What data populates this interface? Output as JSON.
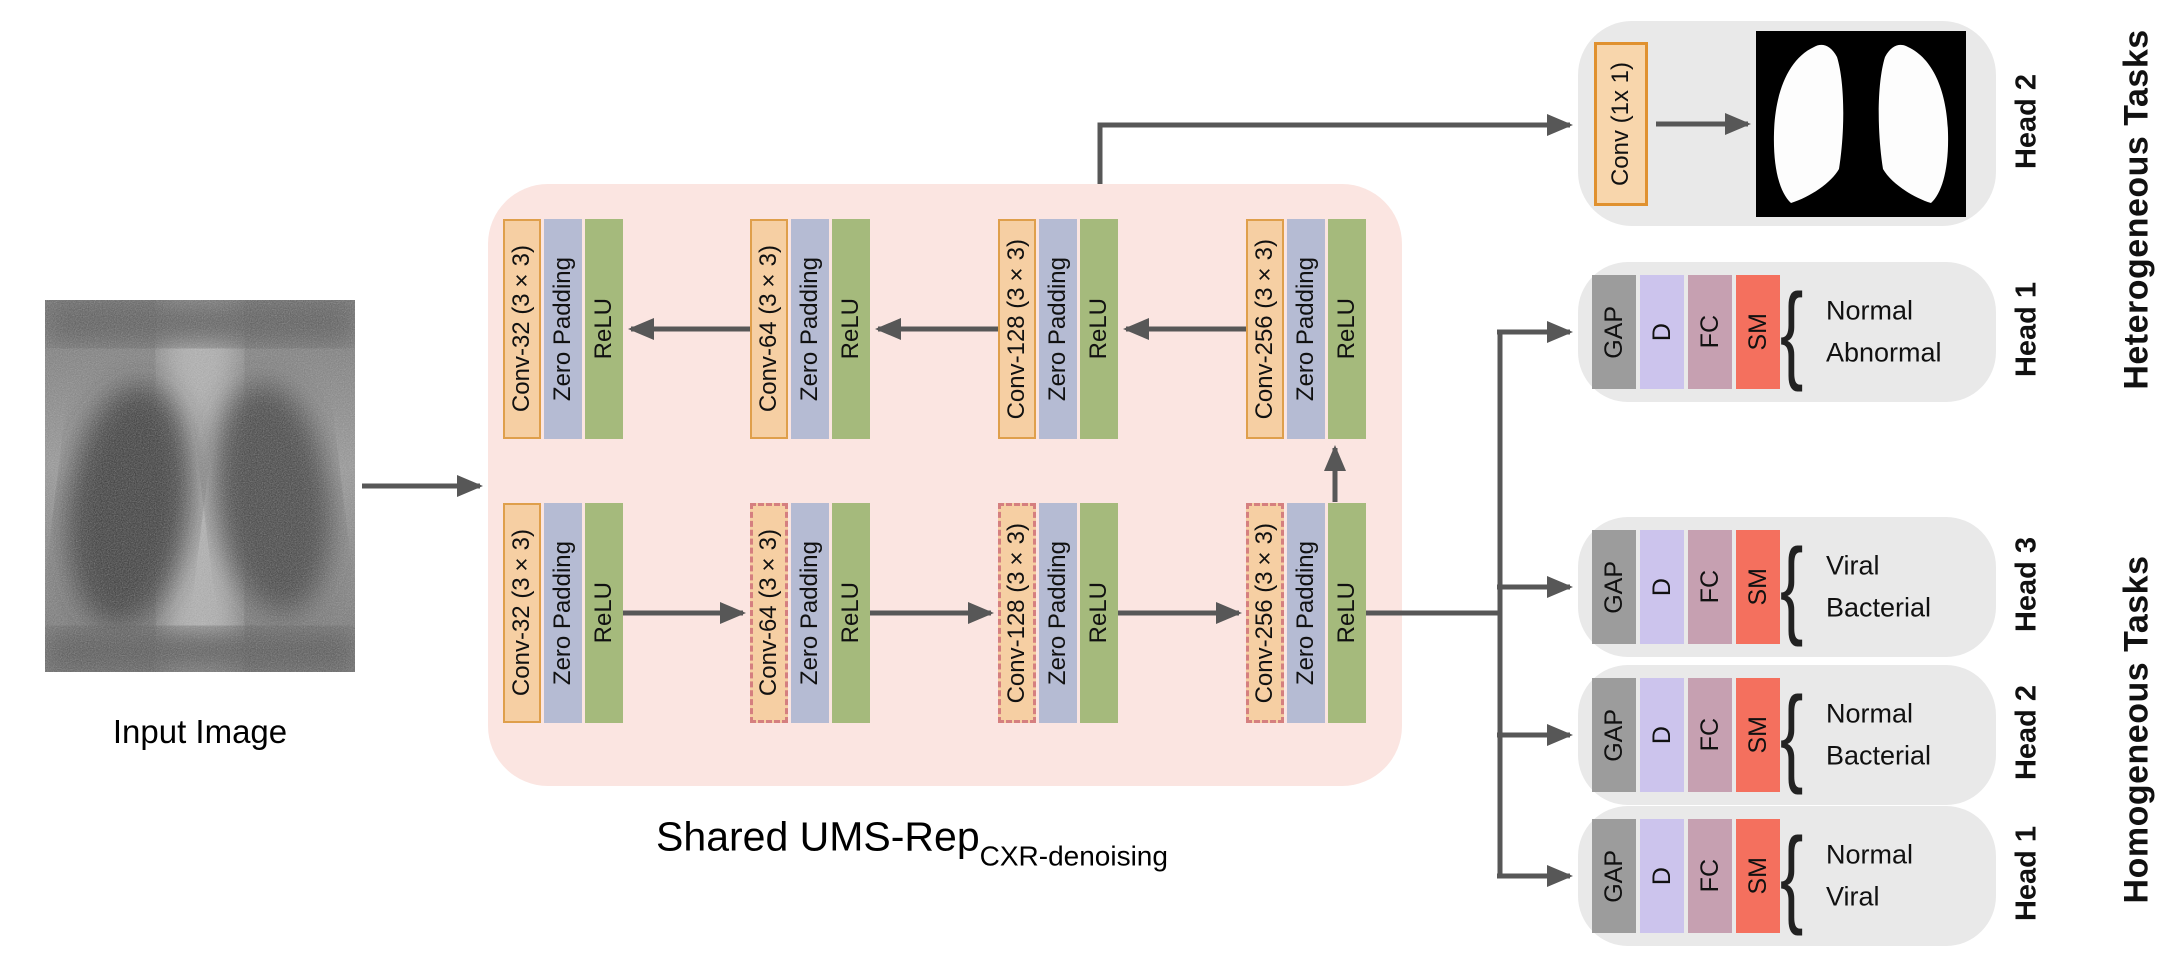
{
  "input": {
    "label": "Input Image"
  },
  "images": {
    "input_xray": "noisy-chest-xray-image",
    "seg_mask": "lung-segmentation-mask-image"
  },
  "shared_block": {
    "title": "Shared UMS-Rep",
    "title_subscript": "CXR-denoising",
    "top_row": [
      {
        "conv": "Conv-32 (3×3)",
        "pad": "Zero Padding",
        "act": "ReLU"
      },
      {
        "conv": "Conv-64 (3×3)",
        "pad": "Zero Padding",
        "act": "ReLU"
      },
      {
        "conv": "Conv-128 (3×3)",
        "pad": "Zero Padding",
        "act": "ReLU"
      },
      {
        "conv": "Conv-256 (3×3)",
        "pad": "Zero Padding",
        "act": "ReLU"
      }
    ],
    "bottom_row": [
      {
        "conv": "Conv-32 (3×3)",
        "pad": "Zero Padding",
        "act": "ReLU"
      },
      {
        "conv": "Conv-64 (3×3)",
        "pad": "Zero Padding",
        "act": "ReLU"
      },
      {
        "conv": "Conv-128 (3×3)",
        "pad": "Zero Padding",
        "act": "ReLU"
      },
      {
        "conv": "Conv-256 (3×3)",
        "pad": "Zero Padding",
        "act": "ReLU"
      }
    ]
  },
  "seg_head": {
    "conv_label": "Conv (1x 1)",
    "head_label": "Head 2"
  },
  "class_heads": [
    {
      "group": "heterogeneous",
      "head_label": "Head 1",
      "gap": "GAP",
      "d": "D",
      "fc": "FC",
      "sm": "SM",
      "out_top": "Normal",
      "out_bottom": "Abnormal"
    },
    {
      "group": "homogeneous",
      "head_label": "Head 3",
      "gap": "GAP",
      "d": "D",
      "fc": "FC",
      "sm": "SM",
      "out_top": "Viral",
      "out_bottom": "Bacterial"
    },
    {
      "group": "homogeneous",
      "head_label": "Head 2",
      "gap": "GAP",
      "d": "D",
      "fc": "FC",
      "sm": "SM",
      "out_top": "Normal",
      "out_bottom": "Bacterial"
    },
    {
      "group": "homogeneous",
      "head_label": "Head 1",
      "gap": "GAP",
      "d": "D",
      "fc": "FC",
      "sm": "SM",
      "out_top": "Normal",
      "out_bottom": "Viral"
    }
  ],
  "side_labels": {
    "heterogeneous": "Heterogeneous Tasks",
    "homogeneous": "Homogeneous Tasks"
  },
  "glyphs": {
    "brace": "{"
  },
  "colors": {
    "conv_fill": "#F6CFA3",
    "conv_border": "#DF9F4B",
    "conv_dashed_border": "#D57F7F",
    "zero_padding_fill": "#B5BBD3",
    "relu_fill": "#A5BA7C",
    "shared_container_fill": "#FBE5E1",
    "head_container_fill": "#E9E9E9",
    "gap_fill": "#9C9C9C",
    "dropout_fill": "#CCC4ED",
    "fc_fill": "#C6A0B1",
    "sm_fill": "#F4705E",
    "arrow": "#575757"
  }
}
